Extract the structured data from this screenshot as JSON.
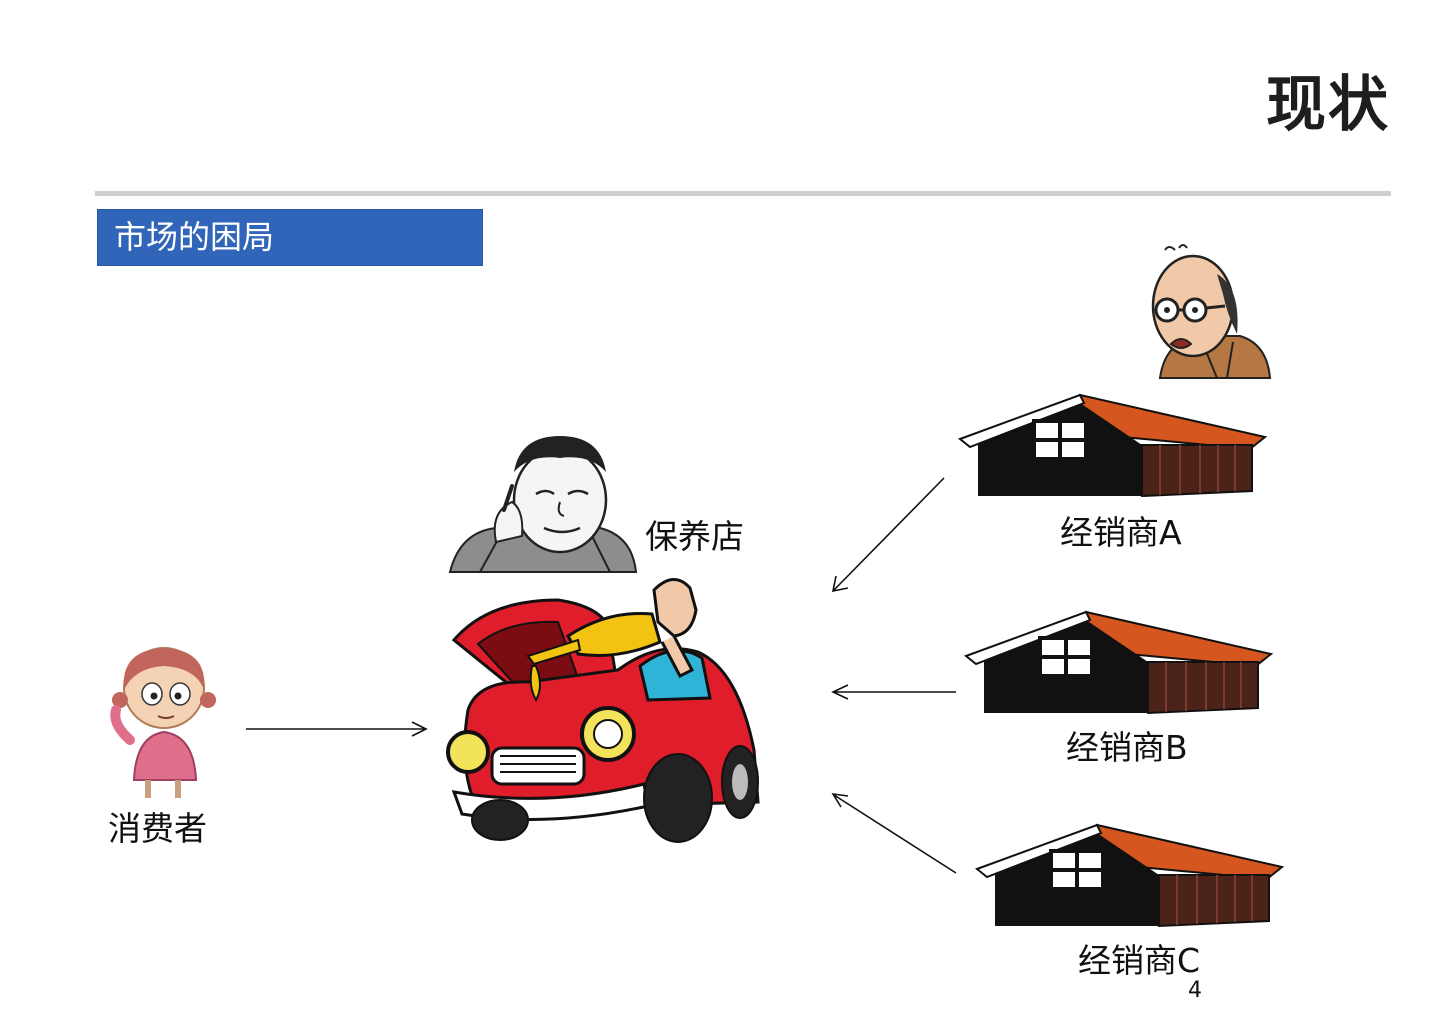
{
  "slide": {
    "title": "现状",
    "section_label": "市场的困局",
    "page_number": "4"
  },
  "nodes": {
    "consumer": "消费者",
    "repair_shop": "保养店",
    "dealer_a": "经销商A",
    "dealer_b": "经销商B",
    "dealer_c": "经销商C"
  },
  "colors": {
    "section_bg": "#3165b9",
    "roof": "#d5561f",
    "car": "#e01d2a",
    "oil_can": "#f2c311"
  }
}
